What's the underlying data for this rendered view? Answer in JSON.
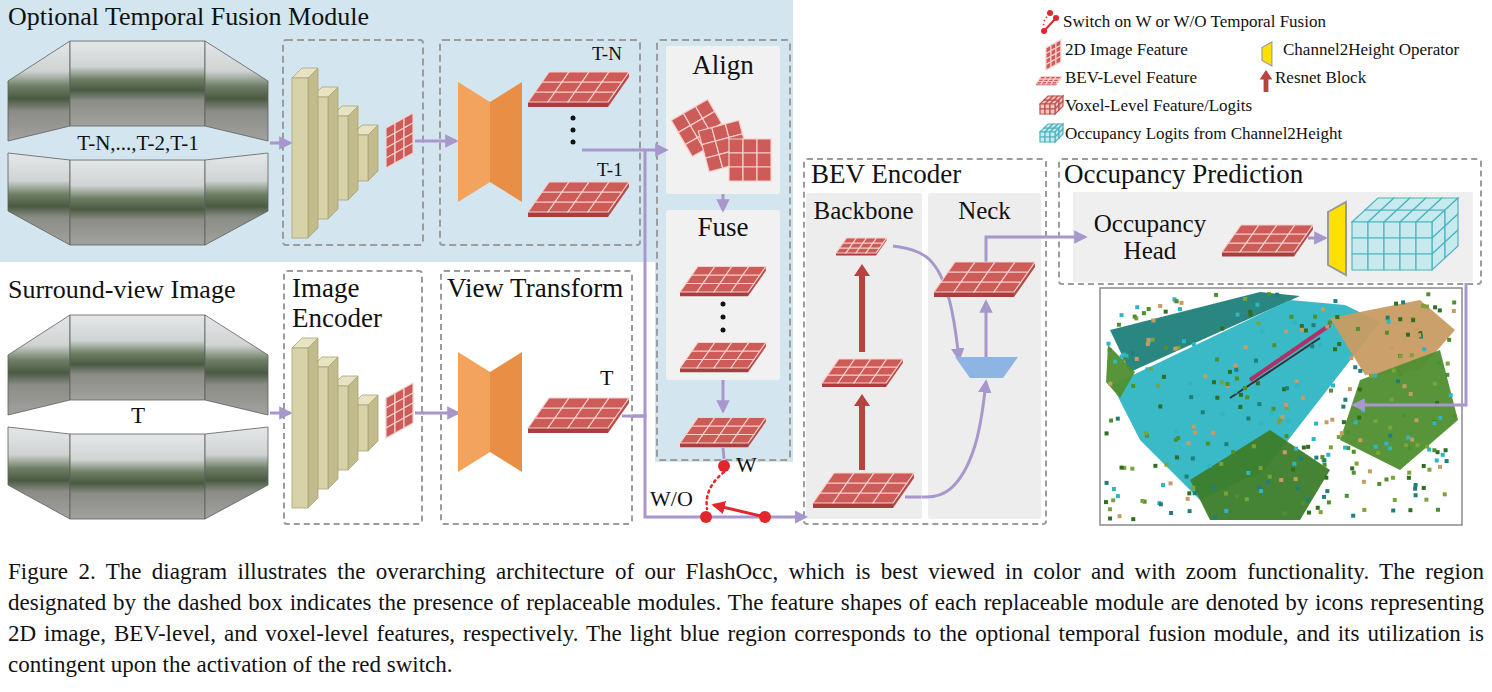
{
  "diagram": {
    "caption": "Figure 2. The diagram illustrates the overarching architecture of our FlashOcc, which is best viewed in color and with zoom functionality. The region designated by the dashed box indicates the presence of replaceable modules. The feature shapes of each replaceable module are denoted by icons representing 2D image, BEV-level, and voxel-level features, respectively. The light blue region corresponds to the optional temporal fusion module, and its utilization is contingent upon the activation of the red switch.",
    "nodes": [
      {
        "text": [
          "Optional Temporal Fusion Module"
        ]
      },
      {
        "text": [
          "Align"
        ],
        "in": 0
      },
      {
        "text": [
          "Fuse"
        ],
        "in": 0
      },
      {
        "text": [
          "Image Encoder"
        ]
      },
      {
        "text": [
          "View Transform"
        ]
      },
      {
        "text": [
          "BEV Encoder"
        ]
      },
      {
        "text": [
          "Backbone"
        ],
        "in": 5
      },
      {
        "text": [
          "Neck"
        ],
        "in": 5
      },
      {
        "text": [
          "Occupancy Prediction"
        ]
      },
      {
        "text": [
          "Occupancy Head"
        ],
        "in": 8
      }
    ],
    "edges": [
      {
        "from": 3,
        "to": 4,
        "arrow": "to"
      },
      {
        "from": 4,
        "to": 1,
        "arrow": "to"
      },
      {
        "from": 1,
        "to": 2,
        "arrow": "to"
      },
      {
        "from": 4,
        "to": 6,
        "arrow": "to"
      },
      {
        "from": 6,
        "to": 7,
        "arrow": "to"
      },
      {
        "from": 7,
        "to": 9,
        "arrow": "to"
      }
    ],
    "labels": [
      "T-N,...,T-2,T-1",
      "T-N",
      "T-1",
      "Surround-view Image",
      "T",
      "T",
      "W",
      "W/O"
    ],
    "legend": [
      {
        "text": "Switch on W or W/O Temporal Fusion"
      },
      {
        "text": "2D Image Feature"
      },
      {
        "text": "Channel2Height Operator"
      },
      {
        "text": "BEV-Level Feature"
      },
      {
        "text": "Resnet Block"
      },
      {
        "text": "Voxel-Level Feature/Logits"
      },
      {
        "text": "Occupancy Logits from Channel2Height"
      }
    ]
  }
}
